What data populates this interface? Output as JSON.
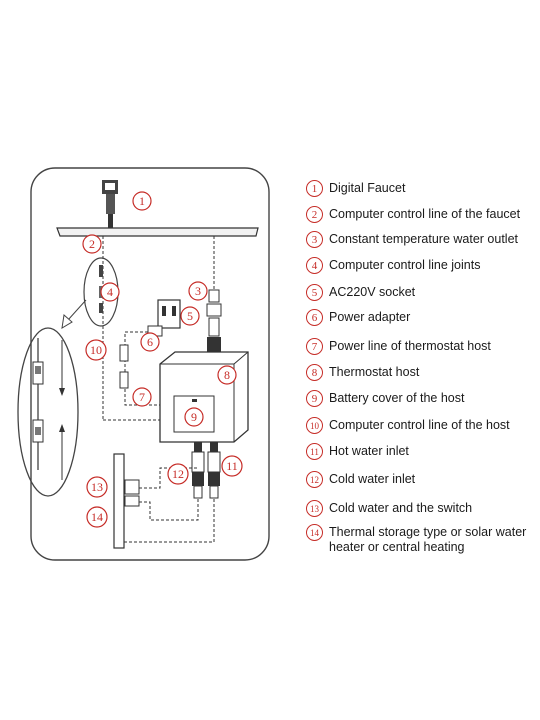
{
  "legend": [
    {
      "num": "1",
      "label": "Digital Faucet"
    },
    {
      "num": "2",
      "label": "Computer control line of the faucet"
    },
    {
      "num": "3",
      "label": "Constant temperature water outlet"
    },
    {
      "num": "4",
      "label": "Computer control line joints"
    },
    {
      "num": "5",
      "label": "AC220V socket"
    },
    {
      "num": "6",
      "label": "Power adapter"
    },
    {
      "num": "7",
      "label": "Power line of thermostat host"
    },
    {
      "num": "8",
      "label": "Thermostat host"
    },
    {
      "num": "9",
      "label": "Battery cover of the host"
    },
    {
      "num": "10",
      "label": "Computer control line of the host"
    },
    {
      "num": "11",
      "label": "Hot water inlet"
    },
    {
      "num": "12",
      "label": "Cold water inlet"
    },
    {
      "num": "13",
      "label": "Cold water and the switch"
    },
    {
      "num": "14",
      "label": "Thermal storage type or solar water heater or central heating"
    }
  ],
  "colors": {
    "accent": "#c62d28",
    "line": "#333333"
  }
}
